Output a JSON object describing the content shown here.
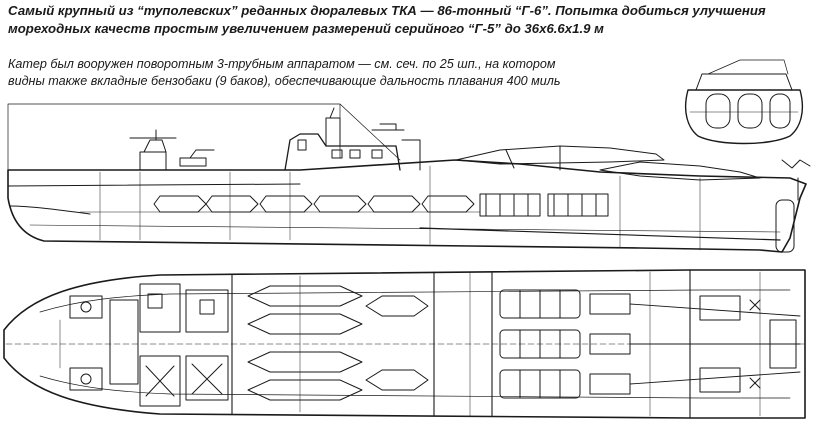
{
  "caption": {
    "title_line1": "Самый крупный из “туполевских” реданных дюралевых ТКА — 86-тонный “Г-6”. Попытка добиться улучшения",
    "title_line2": "мореходных качеств простым увеличением размерений серийного “Г-5” до 36x6.6x1.9 м",
    "desc_line1": "Катер был вооружен поворотным 3-трубным аппаратом — см. сеч. по 25 шп., на котором",
    "desc_line2": "видны также вкладные бензобаки (9 баков), обеспечивающие дальность плавания 400 миль"
  },
  "drawing": {
    "views": [
      "side-elevation",
      "plan-view",
      "cross-section-frame-25"
    ],
    "line_color": "#1a1a1a",
    "background": "#ffffff"
  }
}
